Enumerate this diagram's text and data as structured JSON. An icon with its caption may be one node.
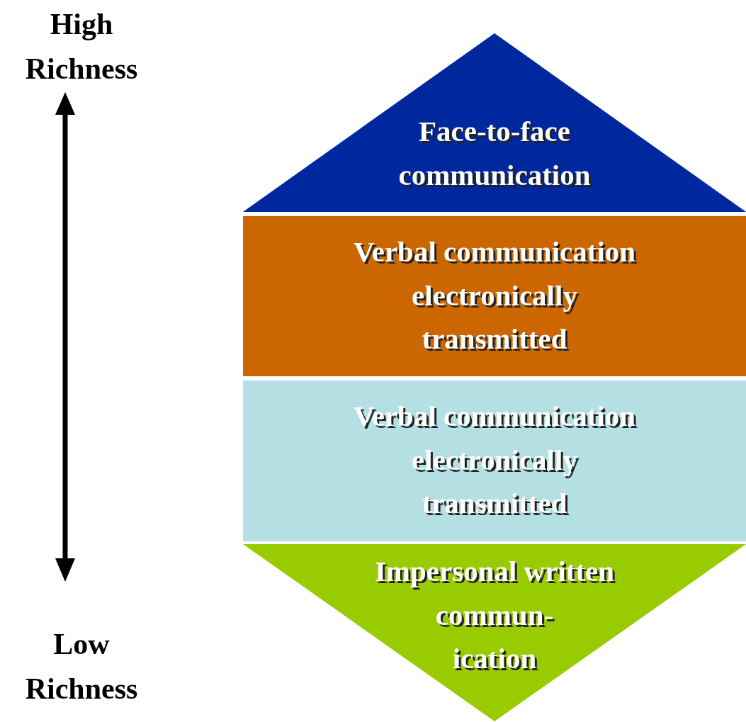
{
  "diagram": {
    "nodes": [
      {
        "text": [
          "Face-to-face communication"
        ]
      },
      {
        "text": [
          "Verbal communication electronically transmitted"
        ]
      },
      {
        "text": [
          "Verbal communication electronically transmitted"
        ]
      },
      {
        "text": [
          "Impersonal written commun- ication"
        ]
      }
    ],
    "edges": [],
    "labels": [
      "High Richness",
      "Low Richness"
    ]
  }
}
